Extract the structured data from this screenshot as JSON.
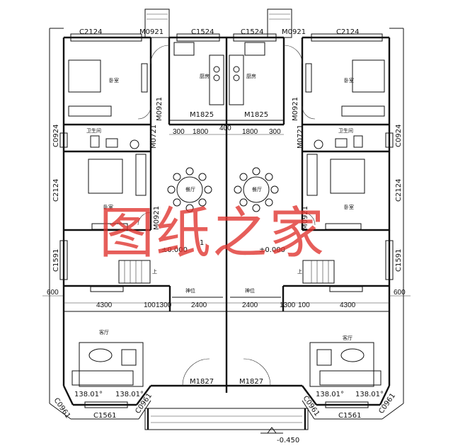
{
  "labels": {
    "c2124": "C2124",
    "c1524": "C1524",
    "m0921": "M0921",
    "m1825": "M1825",
    "m0721": "M0721",
    "c0924": "C0924",
    "c1591": "C1591",
    "m1827": "M1827",
    "c0961": "C0961",
    "c1561": "C1561",
    "bedroom": "卧室",
    "kitchen": "厨房",
    "bathroom": "卫生间",
    "dining": "餐厅",
    "living": "客厅",
    "shrine": "神位",
    "up": "上",
    "level_zero": "±0.000",
    "level_out": "-0.450",
    "angle": "138.01°",
    "one": "1"
  },
  "dims": {
    "d300": "300",
    "d1800": "1800",
    "d400": "400",
    "d600": "600",
    "d4300": "4300",
    "d100": "100",
    "d1300": "1300",
    "d2400": "2400"
  },
  "watermark": "图纸之家",
  "colors": {
    "watermark": "#e0322c",
    "lines": "#111111"
  }
}
